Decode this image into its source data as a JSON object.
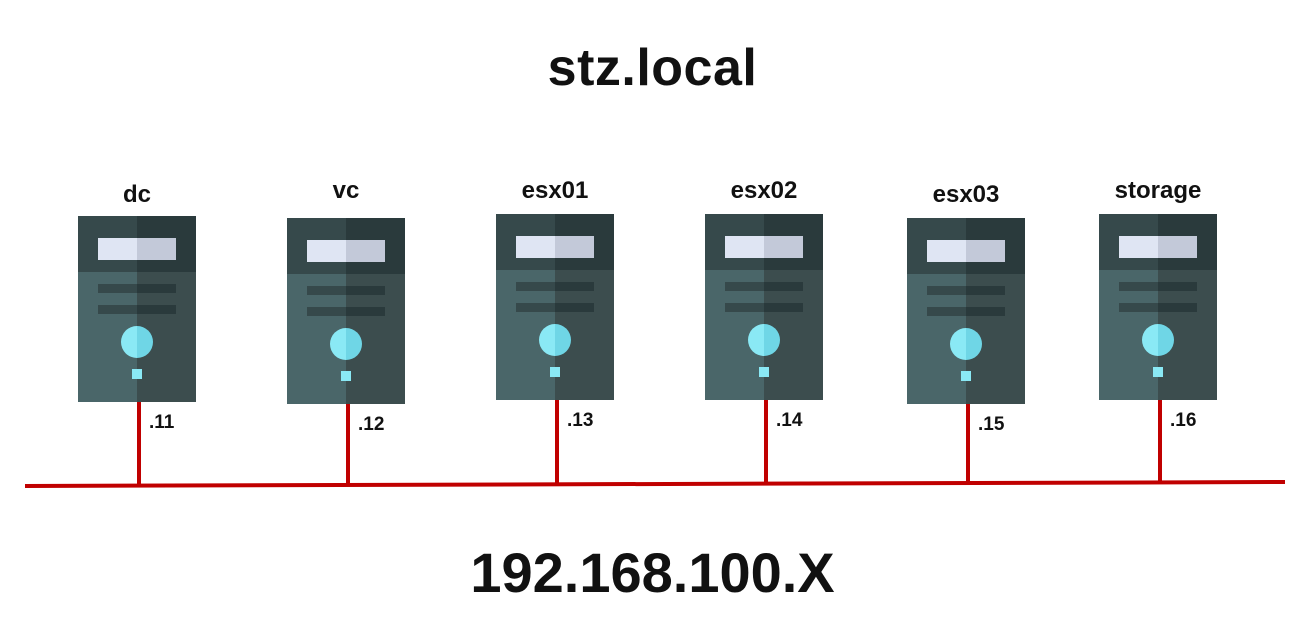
{
  "title": "stz.local",
  "network": "192.168.100.X",
  "colors": {
    "bus_line": "#c00000",
    "server_top_left": "#36494b",
    "server_top_right": "#2a3a3c",
    "server_body_left": "#4a6669",
    "server_body_right": "#3c4d4e",
    "server_slot_left": "#dfe5f3",
    "server_slot_right": "#c3c9d9",
    "server_led_left": "#8ae9f5",
    "server_led_right": "#6fd6e6"
  },
  "servers": [
    {
      "name": "dc",
      "ip": ".11",
      "icon": "server-tower-icon"
    },
    {
      "name": "vc",
      "ip": ".12",
      "icon": "server-tower-icon"
    },
    {
      "name": "esx01",
      "ip": ".13",
      "icon": "server-tower-icon"
    },
    {
      "name": "esx02",
      "ip": ".14",
      "icon": "server-tower-icon"
    },
    {
      "name": "esx03",
      "ip": ".15",
      "icon": "server-tower-icon"
    },
    {
      "name": "storage",
      "ip": ".16",
      "icon": "server-tower-icon"
    }
  ]
}
